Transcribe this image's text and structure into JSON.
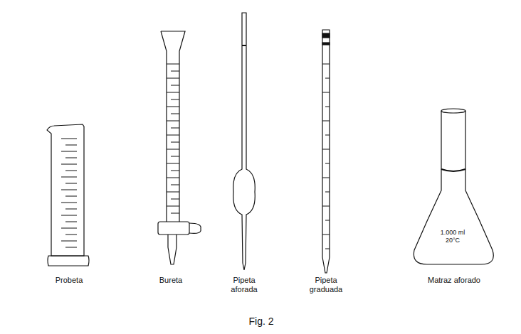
{
  "diagram": {
    "caption": "Fig. 2",
    "labels": [
      "Probeta",
      "Bureta",
      "Pipeta aforada",
      "Pipeta graduada",
      "Matraz aforado",
      "1.000 ml",
      "20°C"
    ]
  }
}
